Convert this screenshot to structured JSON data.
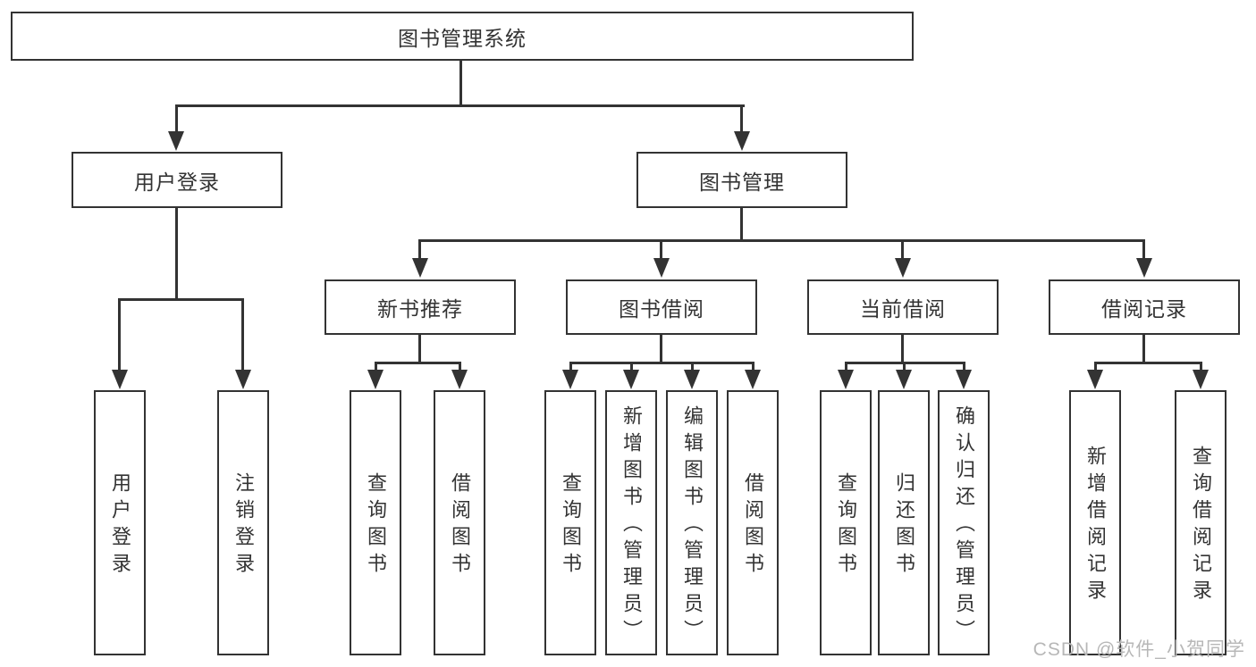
{
  "tree": {
    "root": {
      "label": "图书管理系统",
      "children": [
        {
          "label": "用户登录",
          "children": [
            {
              "label": "用户登录"
            },
            {
              "label": "注销登录"
            }
          ]
        },
        {
          "label": "图书管理",
          "children": [
            {
              "label": "新书推荐",
              "children": [
                {
                  "label": "查询图书"
                },
                {
                  "label": "借阅图书"
                }
              ]
            },
            {
              "label": "图书借阅",
              "children": [
                {
                  "label": "查询图书"
                },
                {
                  "label": "新增图书（管理员）"
                },
                {
                  "label": "编辑图书（管理员）"
                },
                {
                  "label": "借阅图书"
                }
              ]
            },
            {
              "label": "当前借阅",
              "children": [
                {
                  "label": "查询图书"
                },
                {
                  "label": "归还图书"
                },
                {
                  "label": "确认归还（管理员）"
                }
              ]
            },
            {
              "label": "借阅记录",
              "children": [
                {
                  "label": "新增借阅记录"
                },
                {
                  "label": "查询借阅记录"
                }
              ]
            }
          ]
        }
      ]
    }
  },
  "watermark": {
    "text": "CSDN @软件_小贺同学"
  },
  "colors": {
    "line": "#333333",
    "text": "#333333",
    "watermark": "#b7b7b7",
    "background": "#ffffff"
  }
}
